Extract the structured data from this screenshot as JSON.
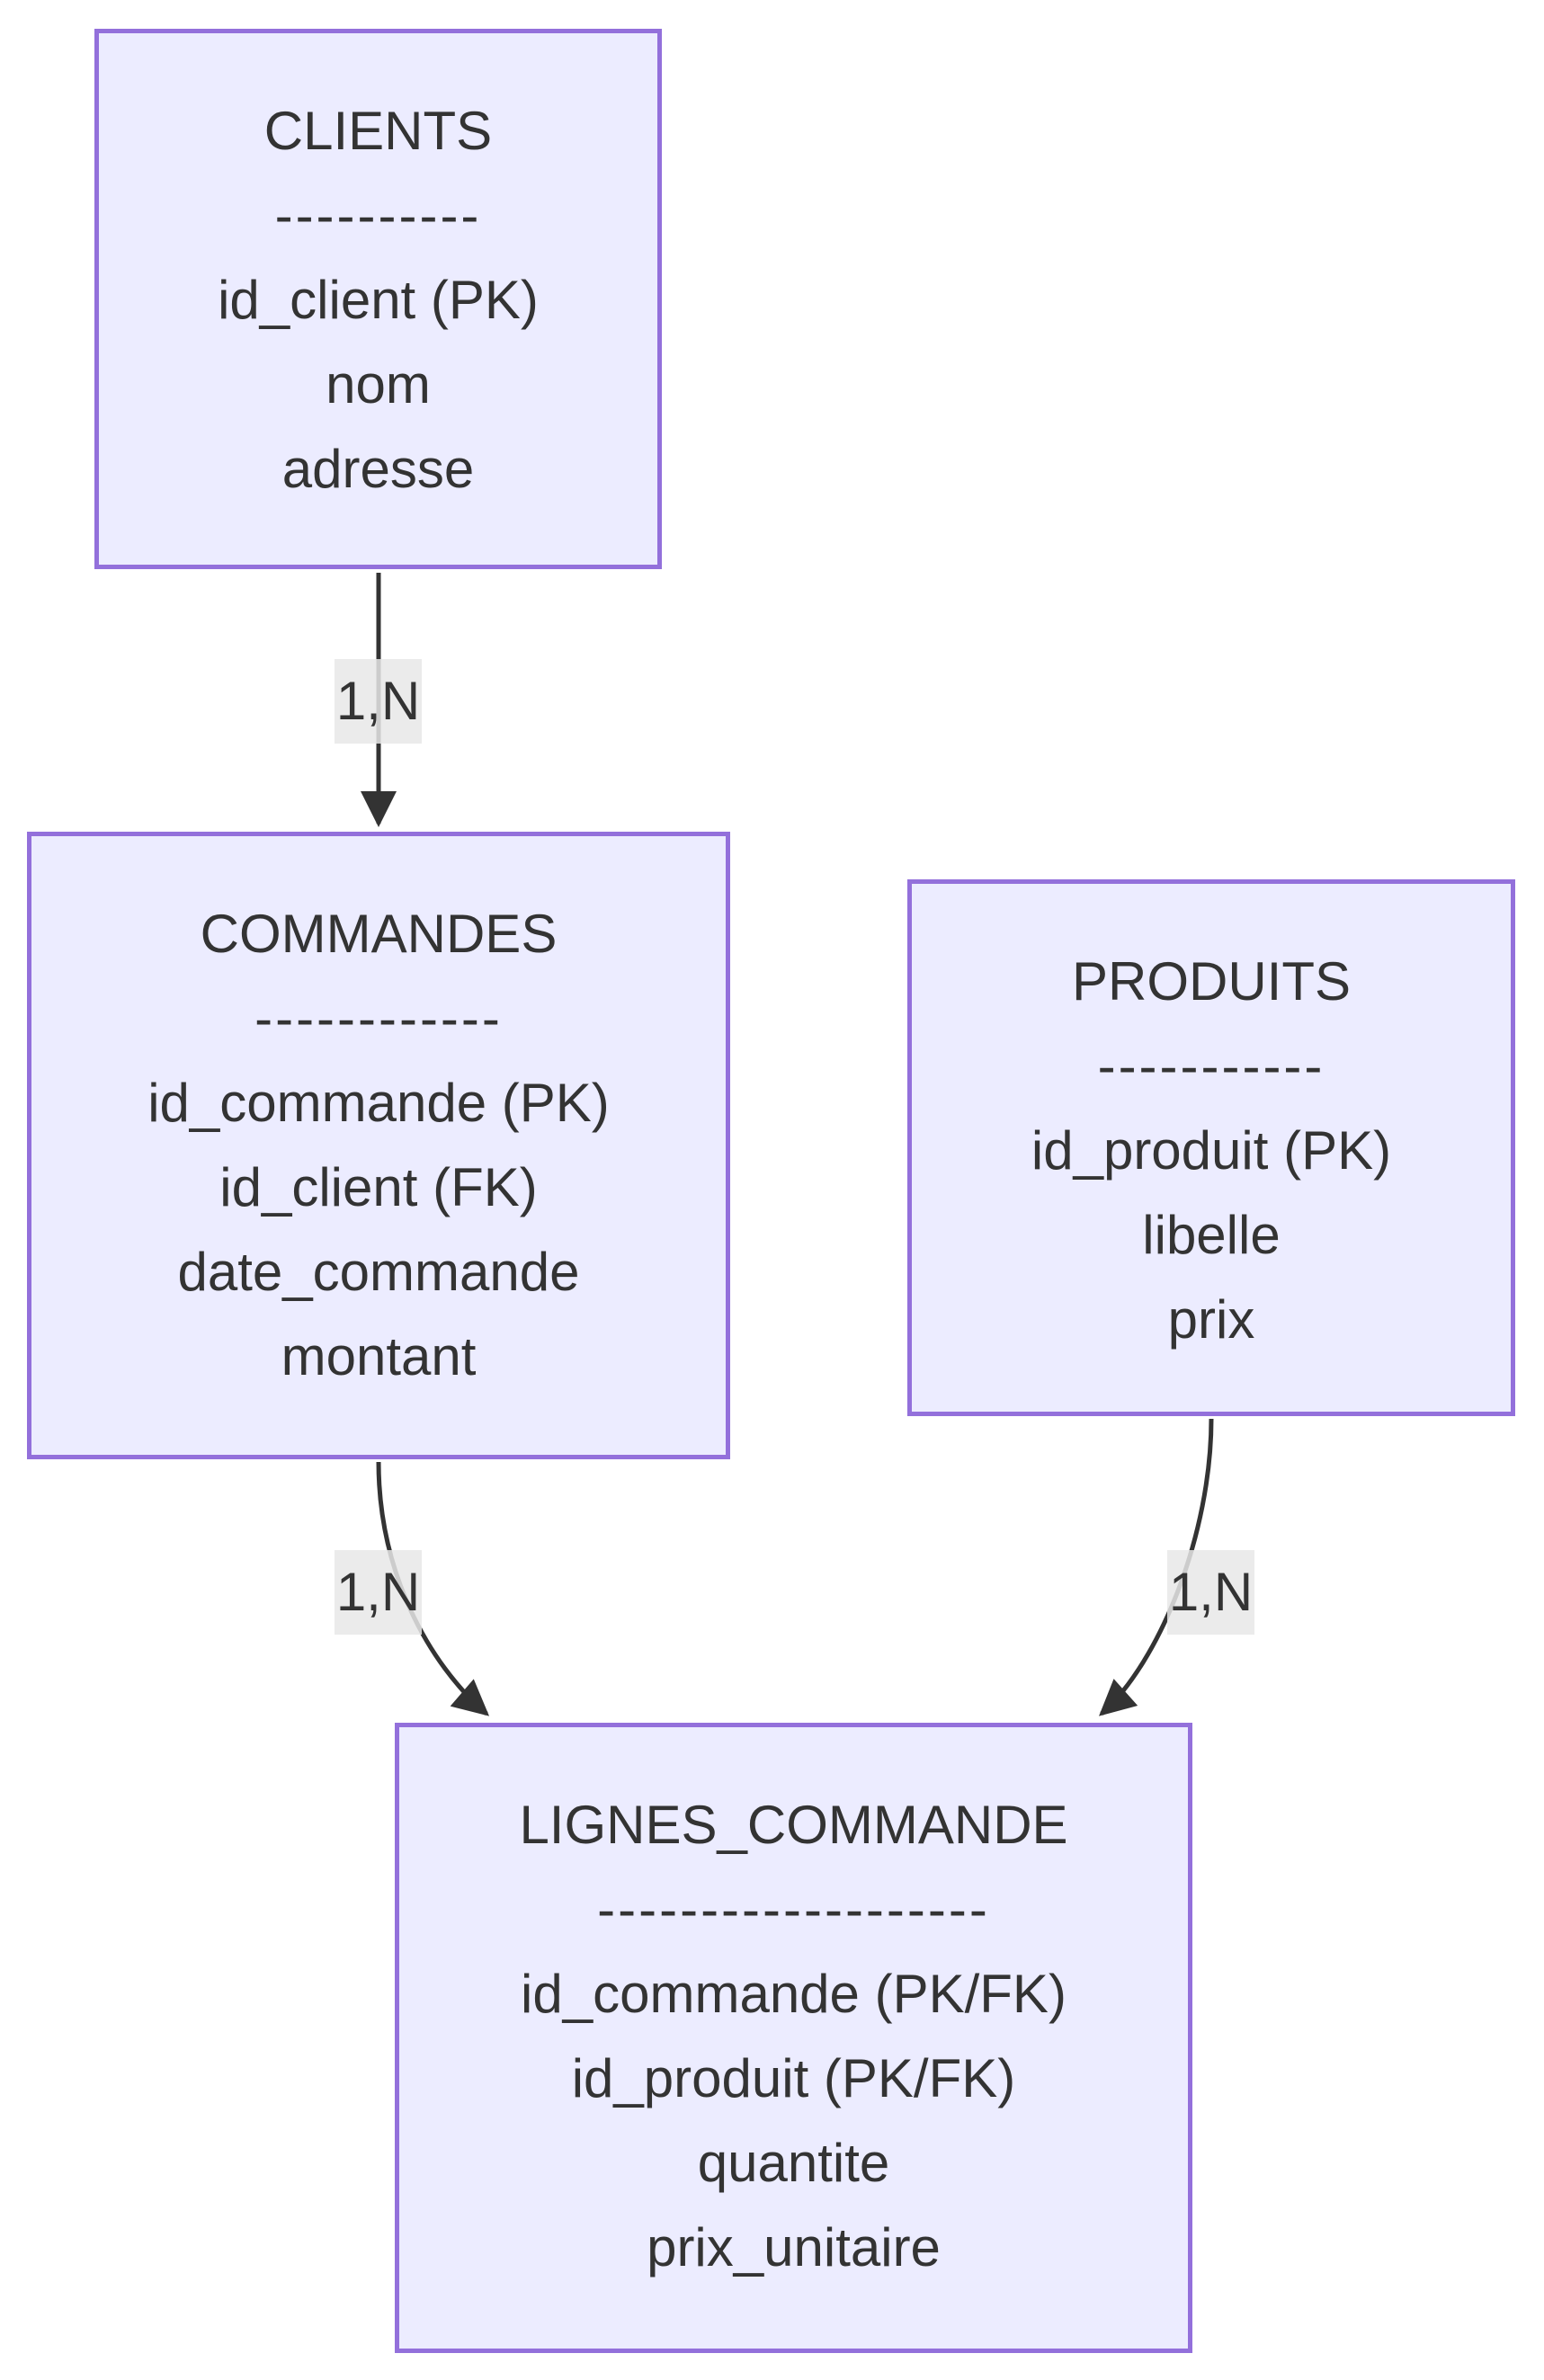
{
  "diagram": {
    "type": "er-flowchart",
    "background_color": "#ffffff",
    "node_fill_color": "#ECECFF",
    "node_border_color": "#9370DB",
    "text_color": "#333333",
    "edge_color": "#333333",
    "edge_label_background": "#e8e8e8",
    "nodes": [
      {
        "key": "clients",
        "title": "CLIENTS",
        "separator": "----------",
        "attributes": [
          "id_client (PK)",
          "nom",
          "adresse"
        ]
      },
      {
        "key": "commandes",
        "title": "COMMANDES",
        "separator": "------------",
        "attributes": [
          "id_commande (PK)",
          "id_client (FK)",
          "date_commande",
          "montant"
        ]
      },
      {
        "key": "produits",
        "title": "PRODUITS",
        "separator": "-----------",
        "attributes": [
          "id_produit (PK)",
          "libelle",
          "prix"
        ]
      },
      {
        "key": "lignes_commande",
        "title": "LIGNES_COMMANDE",
        "separator": "-------------------",
        "attributes": [
          "id_commande (PK/FK)",
          "id_produit (PK/FK)",
          "quantite",
          "prix_unitaire"
        ]
      }
    ],
    "edges": [
      {
        "from": "CLIENTS",
        "to": "COMMANDES",
        "label": "1,N"
      },
      {
        "from": "COMMANDES",
        "to": "LIGNES_COMMANDE",
        "label": "1,N"
      },
      {
        "from": "PRODUITS",
        "to": "LIGNES_COMMANDE",
        "label": "1,N"
      }
    ]
  }
}
